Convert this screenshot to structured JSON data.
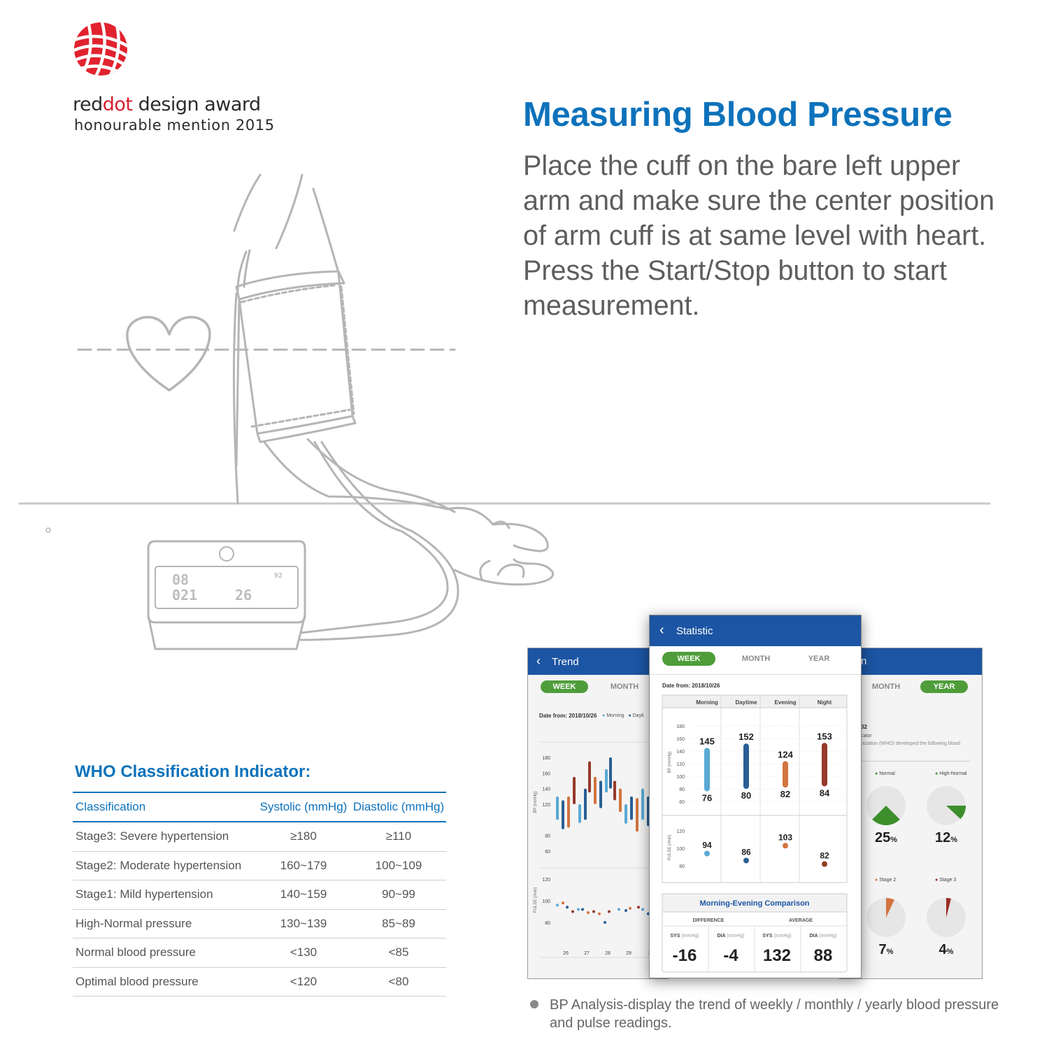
{
  "award": {
    "brand_red": "red",
    "brand_dot": "dot",
    "brand_rest": " design award",
    "subtitle": "honourable mention 2015",
    "logo_icon": "reddot-award-logo"
  },
  "heading": {
    "title": "Measuring Blood Pressure",
    "body": "Place the cuff on the bare left upper arm and make sure the center position of arm cuff is at same level with heart. Press the Start/Stop button to start measurement."
  },
  "device_display": {
    "line1": "08",
    "line2": "021",
    "line3": "26",
    "line4": "92"
  },
  "who": {
    "title": "WHO Classification Indicator:",
    "headers": [
      "Classification",
      "Systolic (mmHg)",
      "Diastolic (mmHg)"
    ],
    "rows": [
      [
        "Stage3: Severe hypertension",
        "≥180",
        "≥110"
      ],
      [
        "Stage2: Moderate hypertension",
        "160~179",
        "100~109"
      ],
      [
        "Stage1: Mild hypertension",
        "140~159",
        "90~99"
      ],
      [
        "High-Normal pressure",
        "130~139",
        "85~89"
      ],
      [
        "Normal blood pressure",
        "<130",
        "<85"
      ],
      [
        "Optimal blood pressure",
        "<120",
        "<80"
      ]
    ]
  },
  "phone_left": {
    "title": "Trend",
    "tabs": [
      "WEEK",
      "MONTH"
    ],
    "date": "Date from: 2018/10/26",
    "legend": [
      "Morning",
      "Dayti"
    ],
    "bp_axis_label": "BP (mmHg)",
    "bp_ticks": [
      "180",
      "160",
      "140",
      "120",
      "80",
      "60"
    ],
    "pulse_axis_label": "PULSE (/min)",
    "pulse_ticks": [
      "120",
      "100",
      "80"
    ],
    "x_ticks": [
      "26",
      "27",
      "28",
      "29",
      "3"
    ]
  },
  "phone_mid": {
    "title": "Statistic",
    "tabs": [
      "WEEK",
      "MONTH",
      "YEAR"
    ],
    "date": "Date from: 2018/10/26",
    "columns": [
      "Morning",
      "Daytime",
      "Evening",
      "Night"
    ],
    "bp_axis_label": "BP (mmHg)",
    "bp_ticks": [
      "180",
      "160",
      "140",
      "120",
      "100",
      "80",
      "60"
    ],
    "pulse_axis_label": "PULSE (/min)",
    "pulse_ticks": [
      "120",
      "100",
      "80"
    ],
    "colors": [
      "#5aa9d3",
      "#2a5f95",
      "#d3743f",
      "#963a2b"
    ],
    "sys": [
      "145",
      "152",
      "124",
      "153"
    ],
    "dia": [
      "76",
      "80",
      "82",
      "84"
    ],
    "pulse": [
      "94",
      "86",
      "103",
      "82"
    ],
    "comparison": {
      "title": "Morning-Evening Comparison",
      "difference": "DIFFERENCE",
      "average": "AVERAGE",
      "cells": [
        {
          "label": "SYS",
          "unit": "(mmHg)",
          "value": "-16"
        },
        {
          "label": "DIA",
          "unit": "(mmHg)",
          "value": "-4"
        },
        {
          "label": "SYS",
          "unit": "(mmHg)",
          "value": "132"
        },
        {
          "label": "DIA",
          "unit": "(mmHg)",
          "value": "88"
        }
      ]
    }
  },
  "phone_right": {
    "title_fragment": "n",
    "tabs": [
      "MONTH",
      "YEAR"
    ],
    "count_fragment": "32",
    "line1_fragment": "cator",
    "line2_fragment": "nization (WHO) developed the following blood",
    "pies": [
      {
        "label": "Normal",
        "percent": "25",
        "value": 0.25,
        "color": "#3d8f2c"
      },
      {
        "label": "High-Normal",
        "percent": "12",
        "value": 0.12,
        "color": "#3d8f2c"
      },
      {
        "label": "Stage 2",
        "percent": "7",
        "value": 0.07,
        "color": "#d3743f"
      },
      {
        "label": "Stage 3",
        "percent": "4",
        "value": 0.04,
        "color": "#9b2b22"
      }
    ],
    "percent_sign": "%"
  },
  "footnote": "BP Analysis-display the trend of weekly / monthly / yearly blood pressure and pulse readings."
}
